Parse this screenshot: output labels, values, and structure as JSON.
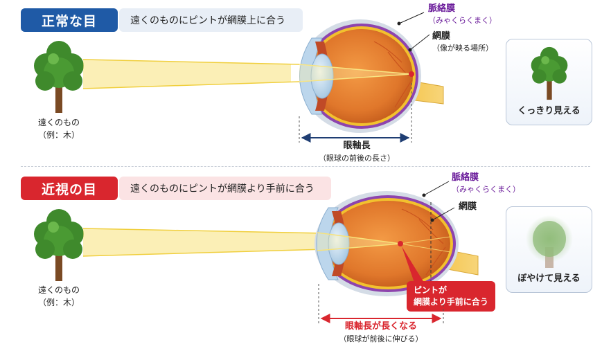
{
  "normal": {
    "badge": "正常な目",
    "banner": "遠くのものにピントが網膜上に合う",
    "tree_label_1": "遠くのもの",
    "tree_label_2": "（例：木）",
    "choroid_title": "脈絡膜",
    "choroid_reading": "（みゃくらくまく）",
    "retina_title": "網膜",
    "retina_note": "（像が映る場所）",
    "axis_title": "眼軸長",
    "axis_note": "（眼球の前後の長さ）",
    "result": "くっきり見える"
  },
  "myopia": {
    "badge": "近視の目",
    "banner": "遠くのものにピントが網膜より手前に合う",
    "tree_label_1": "遠くのもの",
    "tree_label_2": "（例：木）",
    "choroid_title": "脈絡膜",
    "choroid_reading": "（みゃくらくまく）",
    "retina_title": "網膜",
    "focus_line_1": "ピントが",
    "focus_line_2": "網膜より手前に合う",
    "axis_title": "眼軸長が長くなる",
    "axis_note": "（眼球が前後に伸びる）",
    "result": "ぼやけて見える"
  },
  "colors": {
    "normal_badge": "#1f5aa6",
    "myopia_badge": "#d9262e",
    "normal_banner": "#e8eef6",
    "myopia_banner": "#fbe3e4",
    "choroid": "#8e44ad",
    "retina": "#f2c12e",
    "eye_inner": "#e0772b",
    "light_ray": "#f7e27a"
  }
}
